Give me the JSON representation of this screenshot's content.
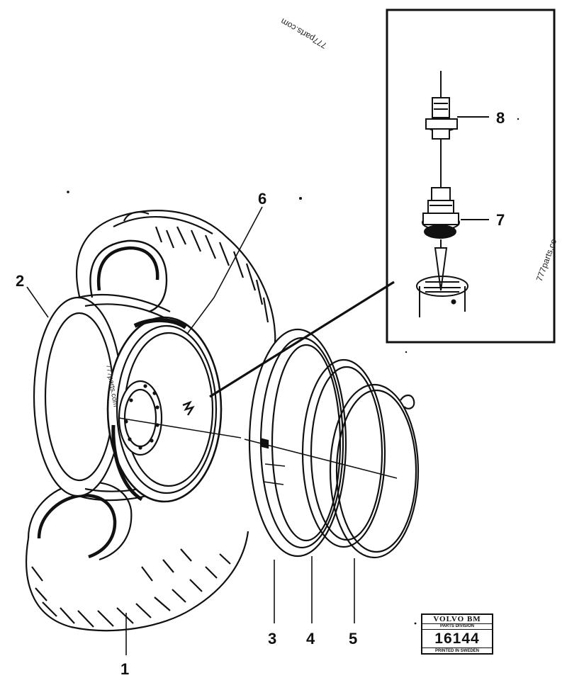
{
  "callouts": {
    "c1": "1",
    "c2": "2",
    "c3": "3",
    "c4": "4",
    "c5": "5",
    "c6": "6",
    "c7": "7",
    "c8": "8"
  },
  "watermarks": {
    "top": "777parts.com",
    "right": "777parts.co",
    "wheel": "777parts.com"
  },
  "stamp": {
    "brand": "VOLVO BM",
    "division": "PARTS DIVISION",
    "number": "16144",
    "printed": "PRINTED IN SWEDEN"
  },
  "colors": {
    "ink": "#111111",
    "paper": "#ffffff"
  }
}
